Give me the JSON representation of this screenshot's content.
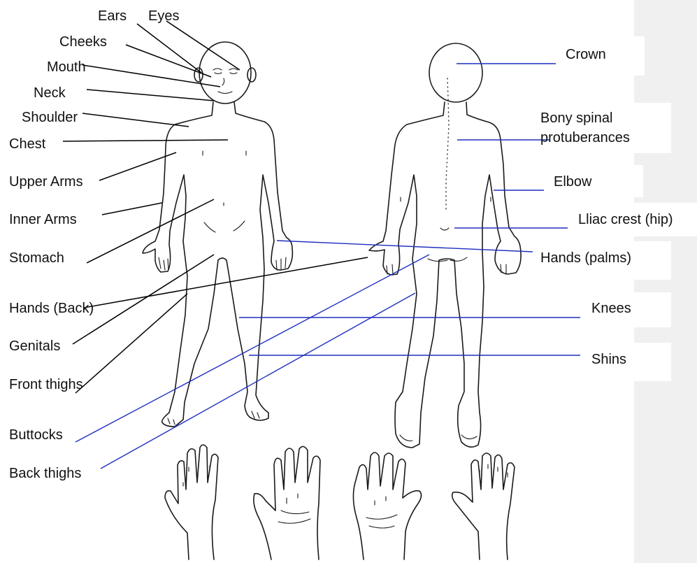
{
  "colors": {
    "front_leader": "#000000",
    "back_leader": "#1f2fbf",
    "label_text": "#111111",
    "side_panel": "#f0f0f0",
    "body_outline": "#1a1a1a"
  },
  "figures": [
    "front-body-outline",
    "back-body-outline",
    "hand-outlines"
  ],
  "labels": {
    "ears": "Ears",
    "eyes": "Eyes",
    "cheeks": "Cheeks",
    "mouth": "Mouth",
    "neck": "Neck",
    "shoulder": "Shoulder",
    "chest": "Chest",
    "upper_arms": "Upper Arms",
    "inner_arms": "Inner Arms",
    "stomach": "Stomach",
    "hands_back": "Hands (Back)",
    "genitals": "Genitals",
    "front_thighs": "Front thighs",
    "buttocks": "Buttocks",
    "back_thighs": "Back thighs",
    "crown": "Crown",
    "bony_spinal_1": "Bony spinal",
    "bony_spinal_2": "protuberances",
    "elbow": "Elbow",
    "iliac_crest": "Lliac crest (hip)",
    "hands_palms": "Hands (palms)",
    "knees": "Knees",
    "shins": "Shins"
  }
}
